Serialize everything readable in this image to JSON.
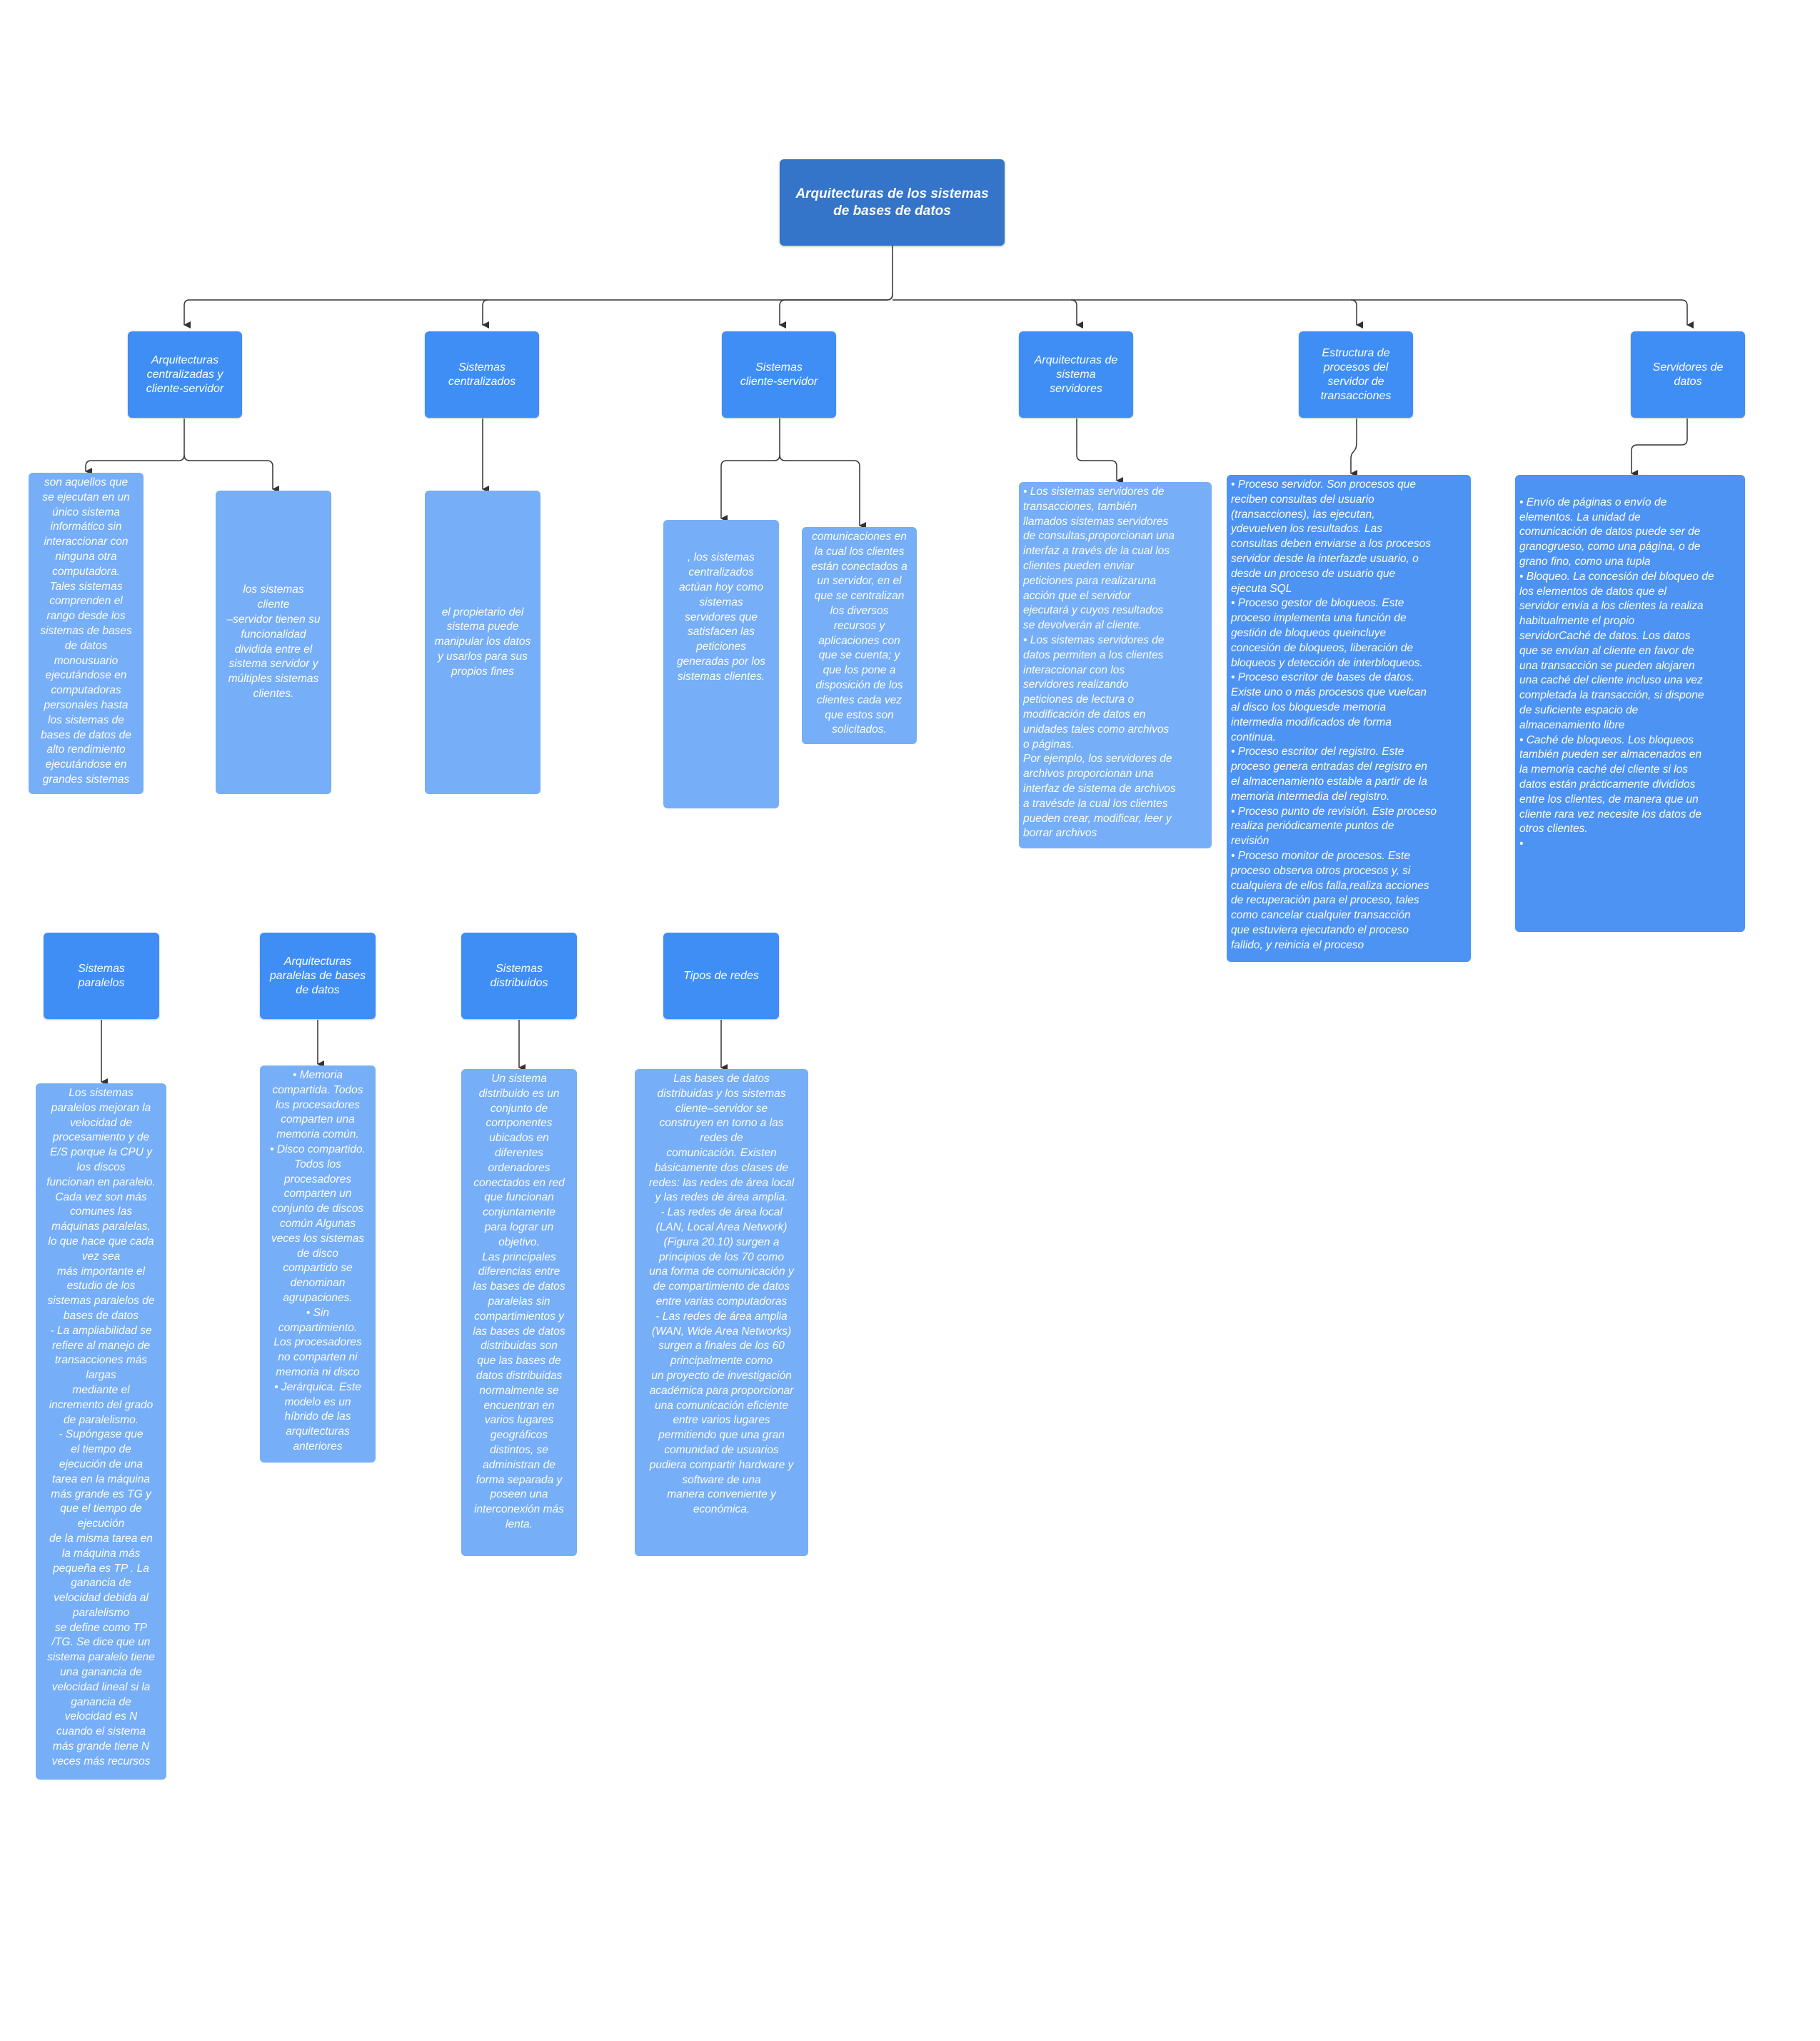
{
  "root": {
    "title": "Arquitecturas de los sistemas\nde bases de datos"
  },
  "categories": {
    "centralizadas_cs": "Arquitecturas\ncentralizadas y\ncliente-servidor",
    "centralizados": "Sistemas\ncentralizados",
    "cliente_servidor": "Sistemas\ncliente-servidor",
    "sistemas_servidores": "Arquitecturas de\nsistema\nservidores",
    "estructura_procesos": "Estructura de\nprocesos del\nservidor de\ntransacciones",
    "servidores_datos": "Servidores de\ndatos",
    "paralelos": "Sistemas\nparalelos",
    "paralelas_bd": "Arquitecturas\nparalelas de bases\nde datos",
    "distribuidos": "Sistemas\ndistribuidos",
    "tipos_redes": "Tipos de redes"
  },
  "leaves": {
    "aquellos": "son aquellos que\nse ejecutan en un\núnico sistema\ninformático sin\ninteraccionar con\nninguna otra\ncomputadora.\nTales sistemas\ncomprenden el\nrango desde los\nsistemas de bases\nde datos\nmonousuario\nejecutándose en\ncomputadoras\npersonales hasta\nlos sistemas de\nbases de datos de\nalto rendimiento\nejecutándose en\ngrandes sistemas",
    "cliente_servidor_func": "los sistemas\ncliente\n–servidor tienen su\nfuncionalidad\ndividida entre el\nsistema servidor y\nmúltiples sistemas\nclientes.",
    "propietario": "el propietario del\nsistema puede\nmanipular los datos\ny usarlos para sus\npropios fines",
    "actuan": ", los sistemas\ncentralizados\nactúan hoy como\nsistemas\nservidores que\nsatisfacen las\npeticiones\ngeneradas por los\nsistemas clientes.",
    "comunicaciones": "comunicaciones en\nla cual los clientes\nestán conectados a\nun servidor, en el\nque se centralizan\nlos diversos\nrecursos y\naplicaciones con\nque se cuenta; y\nque los pone a\ndisposición de los\nclientes cada vez\nque estos son\nsolicitados.",
    "servidores_trans": "• Los sistemas servidores de\n   transacciones, también\n   llamados sistemas servidores\n   de consultas,proporcionan una\n   interfaz a través de la cual los\n   clientes pueden enviar\n   peticiones para realizaruna\n   acción que el servidor\n   ejecutará y cuyos resultados\n   se devolverán al cliente.\n• Los sistemas servidores de\n   datos permiten a los clientes\n   interaccionar con los\n   servidores realizando\n   peticiones de lectura o\n   modificación de datos en\n   unidades tales como archivos\n   o páginas.\n   Por ejemplo, los servidores de\n   archivos proporcionan una\n   interfaz de sistema de archivos\n   a travésde la cual los clientes\n   pueden crear, modificar, leer y\n   borrar archivos",
    "procesos": "•  Proceso servidor. Son procesos que\n    reciben consultas del usuario\n    (transacciones), las ejecutan,\n    ydevuelven los resultados. Las\n    consultas deben enviarse a los procesos\n    servidor desde la interfazde usuario, o\n    desde un proceso de usuario que\n    ejecuta SQL\n• Proceso gestor de bloqueos. Este\n    proceso implementa una función de\n    gestión de bloqueos queincluye\n    concesión de bloqueos, liberación de\n    bloqueos y detección de interbloqueos.\n• Proceso escritor de bases de datos.\n    Existe uno o más procesos que vuelcan\n    al disco los bloquesde memoria\n    intermedia modificados de forma\n    continua.\n• Proceso escritor del registro. Este\n    proceso genera entradas del registro en\n    el almacenamiento estable a partir de la\n    memoria intermedia del registro.\n• Proceso punto de revisión. Este proceso\n    realiza periódicamente puntos de\n    revisión\n•  Proceso monitor de procesos. Este\n    proceso observa otros procesos y, si\n    cualquiera de ellos falla,realiza acciones\n    de recuperación para el proceso, tales\n    como cancelar cualquier transacción\n    que estuviera ejecutando el proceso\n    fallido, y reinicia el proceso",
    "servidores_datos_txt": "\n•  Envío de páginas o envío de\n    elementos. La unidad de\n    comunicación de datos puede ser de\n    granogrueso, como una página, o de\n    grano fino, como una tupla\n• Bloqueo. La concesión del bloqueo de\n    los elementos de datos que el\n    servidor envía a los clientes la realiza\n    habitualmente el propio\n    servidorCaché de datos. Los datos\n    que se envían al cliente en favor de\n    una transacción se pueden alojaren\n    una caché del cliente incluso una vez\n    completada la transacción, si dispone\n    de suficiente espacio de\n    almacenamiento libre\n• Caché de bloqueos. Los bloqueos\n    también pueden ser almacenados en\n    la memoria caché del cliente si los\n    datos están prácticamente divididos\n    entre los clientes, de manera que un\n    cliente rara vez necesite los datos de\n    otros clientes.\n•",
    "paralelos_txt": "Los sistemas\nparalelos mejoran la\nvelocidad de\nprocesamiento y de\nE/S porque la CPU y\nlos discos\nfuncionan en paralelo.\nCada vez son más\ncomunes las\nmáquinas paralelas,\nlo que hace que cada\nvez sea\nmás importante el\nestudio de los\nsistemas paralelos de\nbases de datos\n- La ampliabilidad se\nrefiere al manejo de\ntransacciones más\nlargas\nmediante el\nincremento del grado\nde paralelismo.\n- Supóngase que\nel tiempo de\nejecución de una\ntarea en la máquina\nmás grande es TG y\nque el tiempo de\nejecución\nde la misma tarea en\nla máquina más\npequeña es TP . La\nganancia de\nvelocidad debida al\nparalelismo\nse define como TP\n/TG. Se dice que un\nsistema paralelo tiene\nuna ganancia de\nvelocidad lineal si la\nganancia de\nvelocidad es N\ncuando el sistema\nmás grande tiene N\nveces más recursos",
    "paralelas_txt": "• Memoria\ncompartida. Todos\nlos procesadores\ncomparten una\nmemoria común.\n• Disco compartido.\nTodos los\nprocesadores\ncomparten un\nconjunto de discos\ncomún Algunas\nveces los sistemas\nde disco\ncompartido se\ndenominan\nagrupaciones.\n• Sin\ncompartimiento.\nLos procesadores\nno comparten ni\nmemoria ni disco\n• Jerárquica. Este\nmodelo es un\nhíbrido de las\narquitecturas\nanteriores",
    "distribuidos_txt": "Un sistema\ndistribuido es un\nconjunto de\ncomponentes\nubicados en\ndiferentes\nordenadores\nconectados en red\nque funcionan\nconjuntamente\npara lograr un\nobjetivo.\nLas principales\ndiferencias entre\nlas bases de datos\nparalelas sin\ncompartimientos y\nlas bases de datos\ndistribuidas son\nque las bases de\ndatos distribuidas\nnormalmente se\nencuentran en\nvarios lugares\ngeográficos\ndistintos, se\nadministran de\nforma separada y\nposeen una\ninterconexión más\nlenta.",
    "redes_txt": "Las bases de datos\ndistribuidas y los sistemas\ncliente–servidor se\nconstruyen en torno a las\nredes de\ncomunicación. Existen\nbásicamente dos clases de\nredes: las redes de área local\ny las redes de área amplia.\n- Las redes de área local\n(LAN, Local Area Network)\n(Figura 20.10) surgen a\nprincipios de los 70 como\nuna forma de comunicación y\nde compartimiento de datos\nentre varias computadoras\n- Las redes de área amplia\n(WAN, Wide Area Networks)\nsurgen a finales de los 60\nprincipalmente como\nun proyecto de investigación\nacadémica para proporcionar\nuna comunicación eficiente\nentre varios lugares\npermitiendo que una gran\ncomunidad de usuarios\npudiera compartir hardware y\nsoftware de una\nmanera conveniente y\neconómica."
  },
  "colors": {
    "root": "#3575c9",
    "category": "#3f8ef5",
    "leaf": "#76aef7",
    "leaf_dark": "#4d93f3",
    "connector": "#333333"
  }
}
